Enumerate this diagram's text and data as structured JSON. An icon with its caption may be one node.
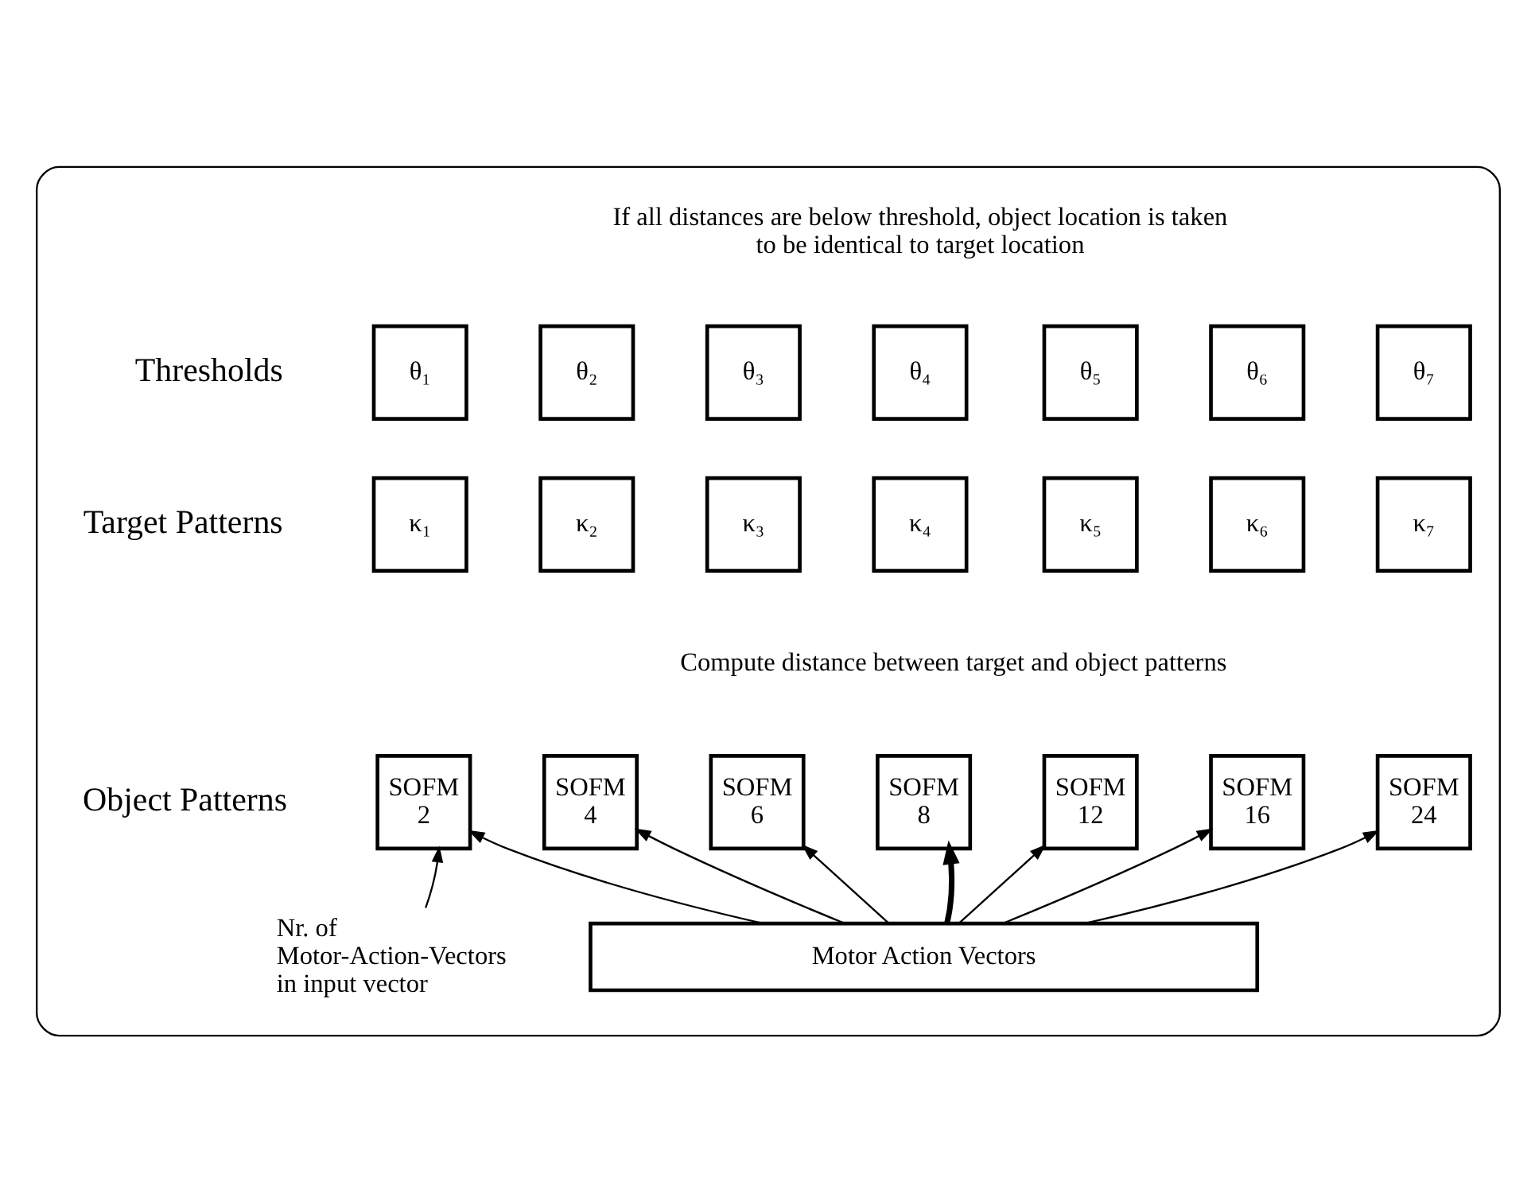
{
  "diagram": {
    "nodes": [
      {
        "text": [],
        "shape": "box"
      },
      {
        "text": [
          "θ₁"
        ],
        "in": 0
      },
      {
        "text": [
          "θ₂"
        ],
        "in": 0
      },
      {
        "text": [
          "θ₃"
        ],
        "in": 0
      },
      {
        "text": [
          "θ₄"
        ],
        "in": 0
      },
      {
        "text": [
          "θ₅"
        ],
        "in": 0
      },
      {
        "text": [
          "θ₆"
        ],
        "in": 0
      },
      {
        "text": [
          "θ₇"
        ],
        "in": 0
      },
      {
        "text": [
          "κ₁"
        ],
        "in": 0
      },
      {
        "text": [
          "κ₂"
        ],
        "in": 0
      },
      {
        "text": [
          "κ₃"
        ],
        "in": 0
      },
      {
        "text": [
          "κ₄"
        ],
        "in": 0
      },
      {
        "text": [
          "κ₅"
        ],
        "in": 0
      },
      {
        "text": [
          "κ₆"
        ],
        "in": 0
      },
      {
        "text": [
          "κ₇"
        ],
        "in": 0
      },
      {
        "text": [
          "SOFM",
          "2"
        ],
        "in": 0
      },
      {
        "text": [
          "SOFM",
          "4"
        ],
        "in": 0
      },
      {
        "text": [
          "SOFM",
          "6"
        ],
        "in": 0
      },
      {
        "text": [
          "SOFM",
          "8"
        ],
        "in": 0
      },
      {
        "text": [
          "SOFM",
          "12"
        ],
        "in": 0
      },
      {
        "text": [
          "SOFM",
          "16"
        ],
        "in": 0
      },
      {
        "text": [
          "SOFM",
          "24"
        ],
        "in": 0
      },
      {
        "text": [
          "Motor Action Vectors"
        ],
        "in": 0
      },
      {
        "text": [
          "Nr. of Motor-Action-Vectors in input vector"
        ],
        "in": 0
      }
    ],
    "edges": [
      {
        "from": 22,
        "to": 15,
        "arrow": "to"
      },
      {
        "from": 22,
        "to": 16,
        "arrow": "to"
      },
      {
        "from": 22,
        "to": 17,
        "arrow": "to"
      },
      {
        "from": 22,
        "to": 18,
        "arrow": "to",
        "style": "thick"
      },
      {
        "from": 22,
        "to": 19,
        "arrow": "to"
      },
      {
        "from": 22,
        "to": 20,
        "arrow": "to"
      },
      {
        "from": 22,
        "to": 21,
        "arrow": "to"
      },
      {
        "from": 23,
        "to": 15,
        "arrow": "to"
      }
    ],
    "labels": [
      "If all distances are below threshold, object location is taken to be identical to target location",
      "Thresholds",
      "Target Patterns",
      "Compute distance between target and object patterns",
      "Object Patterns"
    ]
  }
}
